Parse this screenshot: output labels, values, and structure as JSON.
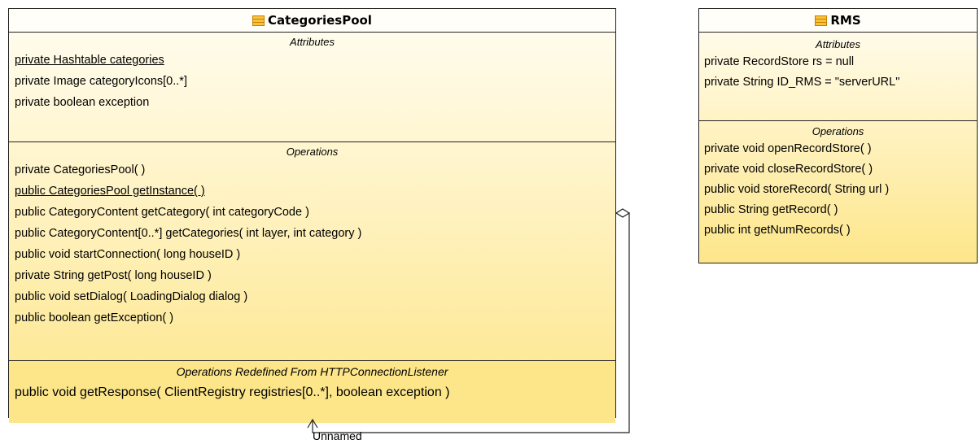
{
  "categories_pool": {
    "name": "CategoriesPool",
    "attributes_title": "Attributes",
    "attributes": [
      {
        "text": "private Hashtable categories",
        "underline": true
      },
      {
        "text": "private Image categoryIcons[0..*]",
        "underline": false
      },
      {
        "text": "private boolean exception",
        "underline": false
      }
    ],
    "operations_title": "Operations",
    "operations": [
      {
        "text": "private CategoriesPool( )",
        "underline": false
      },
      {
        "text": "public CategoriesPool  getInstance( )",
        "underline": true
      },
      {
        "text": "public CategoryContent  getCategory( int categoryCode )",
        "underline": false
      },
      {
        "text": "public CategoryContent[0..*]  getCategories( int layer, int category )",
        "underline": false
      },
      {
        "text": "public void  startConnection( long houseID )",
        "underline": false
      },
      {
        "text": "private String  getPost( long houseID )",
        "underline": false
      },
      {
        "text": "public void  setDialog( LoadingDialog dialog )",
        "underline": false
      },
      {
        "text": "public boolean  getException( )",
        "underline": false
      }
    ],
    "redefined_title": "Operations Redefined From HTTPConnectionListener",
    "redefined": [
      {
        "text": "public void  getResponse( ClientRegistry registries[0..*], boolean exception )",
        "underline": false
      }
    ]
  },
  "rms": {
    "name": "RMS",
    "attributes_title": "Attributes",
    "attributes": [
      {
        "text": "private RecordStore rs = null",
        "underline": false
      },
      {
        "text": "private String ID_RMS = \"serverURL\"",
        "underline": false
      }
    ],
    "operations_title": "Operations",
    "operations": [
      {
        "text": "private void  openRecordStore( )",
        "underline": false
      },
      {
        "text": "private void  closeRecordStore( )",
        "underline": false
      },
      {
        "text": "public void  storeRecord( String url )",
        "underline": false
      },
      {
        "text": "public String  getRecord( )",
        "underline": false
      },
      {
        "text": "public int  getNumRecords( )",
        "underline": false
      }
    ]
  },
  "association": {
    "label": "Unnamed",
    "kind": "self-aggregation"
  },
  "colors": {
    "class_fill_top": "#fffdf2",
    "class_fill_bottom": "#fde68a",
    "border": "#222222",
    "icon": "#f9c23c"
  }
}
